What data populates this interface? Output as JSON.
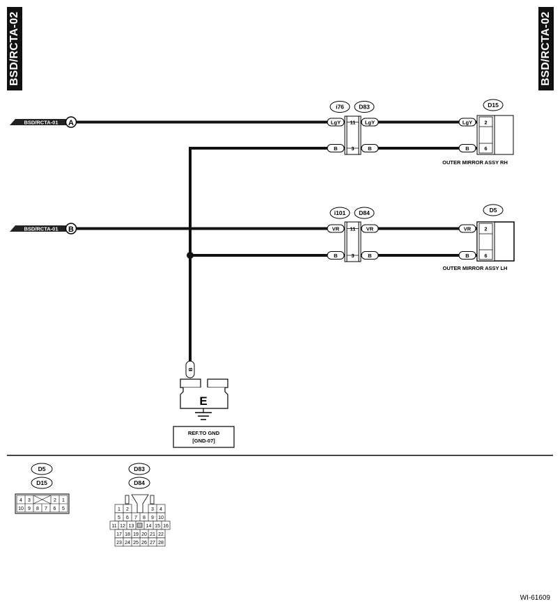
{
  "side_tab_left": "BSD/RCTA-02",
  "side_tab_right": "BSD/RCTA-02",
  "from_tags": [
    {
      "text": "BSD/RCTA-01",
      "letter": "A"
    },
    {
      "text": "BSD/RCTA-01",
      "letter": "B"
    }
  ],
  "connectors": {
    "i76": "i76",
    "d83": "D83",
    "d15": "D15",
    "i101": "i101",
    "d84": "D84",
    "d5": "D5"
  },
  "wires": {
    "lgy": "LgY",
    "b": "B",
    "vr": "VR"
  },
  "pins": {
    "p11": "11",
    "p3": "3",
    "p2": "2",
    "p6": "6"
  },
  "components": {
    "outer_rh": "OUTER MIRROR ASSY RH",
    "outer_lh": "OUTER MIRROR ASSY LH",
    "ground_letter": "E",
    "ref_line1": "REF.TO GND",
    "ref_line2": "[GND-07]"
  },
  "legend": {
    "d5": "D5",
    "d15": "D15",
    "d83": "D83",
    "d84": "D84",
    "d5_top_row": [
      "4",
      "3",
      "2",
      "1"
    ],
    "d5_bottom_row": [
      "10",
      "9",
      "8",
      "7",
      "6",
      "5"
    ],
    "d83_row1": [
      "1",
      "2",
      "3",
      "4"
    ],
    "d83_row2": [
      "5",
      "6",
      "7",
      "8",
      "9",
      "10"
    ],
    "d83_row3": [
      "11",
      "12",
      "13",
      "14",
      "15",
      "16"
    ],
    "d83_row4": [
      "17",
      "18",
      "19",
      "20",
      "21",
      "22"
    ],
    "d83_row5": [
      "23",
      "24",
      "25",
      "26",
      "27",
      "28"
    ]
  },
  "figure_code": "WI-61609"
}
